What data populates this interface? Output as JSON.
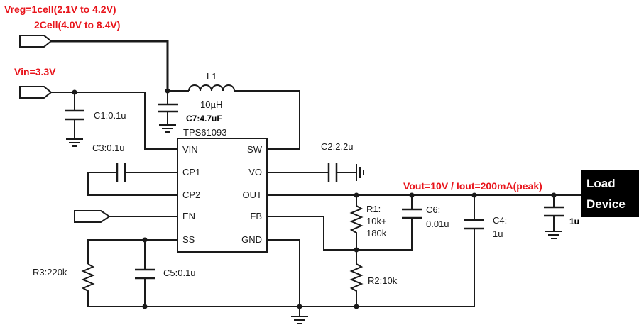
{
  "labels": {
    "vreg_line1": "Vreg=1cell(2.1V  to 4.2V)",
    "vreg_line2": "2Cell(4.0V  to 8.4V)",
    "vin": "Vin=3.3V",
    "l1_name": "L1",
    "l1_value": "10µH",
    "c7": "C7:4.7uF",
    "c1": "C1:0.1u",
    "c3": "C3:0.1u",
    "c2": "C2:2.2u",
    "vout": "Vout=10V / Iout=200mA(peak)",
    "r1_line1": "R1:",
    "r1_line2": "10k+",
    "r1_line3": "180k",
    "c6_line1": "C6:",
    "c6_line2": "0.01u",
    "c4_line1": "C4:",
    "c4_line2": "1u",
    "c_load": "1u",
    "r3": "R3:220k",
    "c5": "C5:0.1u",
    "r2": "R2:10k",
    "load_line1": "Load",
    "load_line2": "Device"
  },
  "ic": {
    "name": "TPS61093",
    "pins_left": [
      "VIN",
      "CP1",
      "CP2",
      "EN",
      "SS"
    ],
    "pins_right": [
      "SW",
      "VO",
      "OUT",
      "FB",
      "GND"
    ]
  },
  "colors": {
    "annotation": "#e8141b",
    "wire": "#1a1a1a",
    "load_box": "#000000"
  }
}
